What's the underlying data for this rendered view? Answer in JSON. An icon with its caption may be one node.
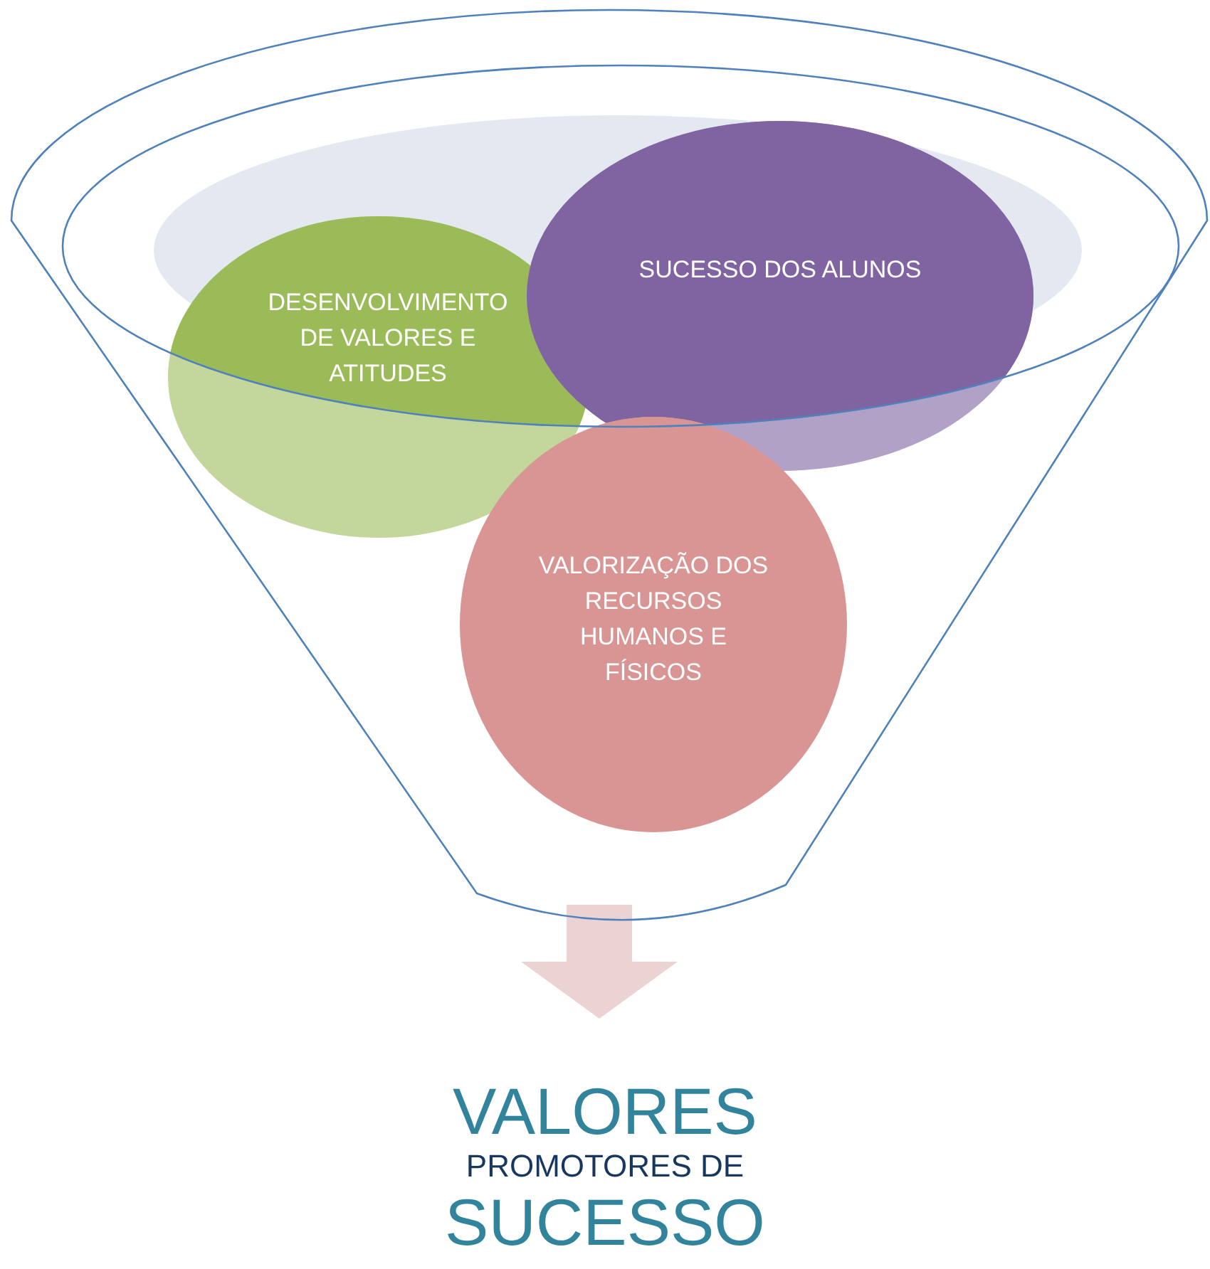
{
  "diagram": {
    "nodes": [
      {
        "text": [],
        "shape": "funnel"
      },
      {
        "text": [
          "DESENVOLVIMENTO DE VALORES E ATITUDES"
        ],
        "in": 0
      },
      {
        "text": [
          "SUCESSO DOS ALUNOS"
        ],
        "in": 0
      },
      {
        "text": [
          "VALORIZAÇÃO DOS RECURSOS HUMANOS E FÍSICOS"
        ],
        "in": 0
      },
      {
        "text": [
          "VALORES",
          "PROMOTORES DE",
          "SUCESSO"
        ]
      }
    ],
    "edges": [
      {
        "from": 0,
        "to": 4,
        "arrow": "to"
      }
    ]
  }
}
